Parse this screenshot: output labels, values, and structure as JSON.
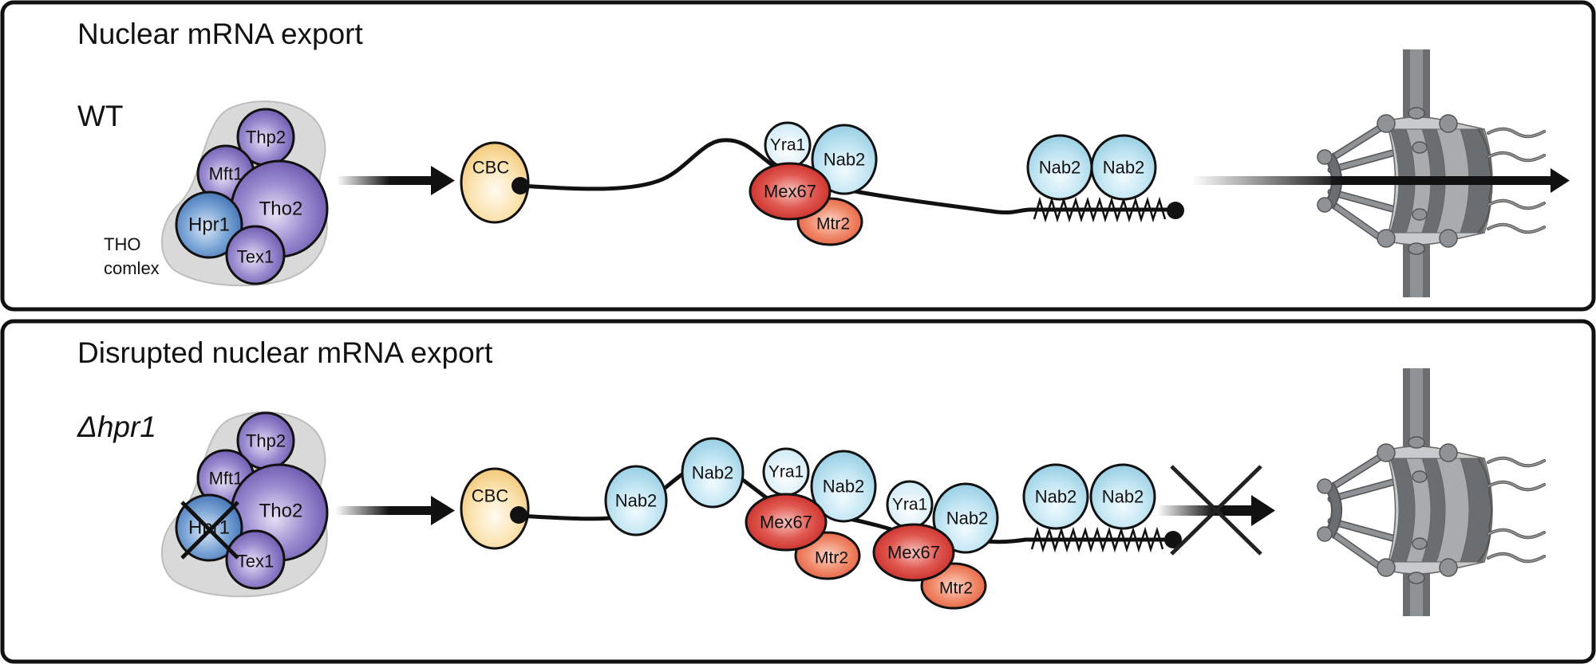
{
  "figure": {
    "panels": [
      {
        "id": "wt",
        "title": "Nuclear mRNA export",
        "condition": "WT",
        "condition_italic": false,
        "tho_complex_label": [
          "THO",
          "comlex"
        ],
        "tho_subunits": [
          {
            "name": "Thp2",
            "color": "purple",
            "deleted": false
          },
          {
            "name": "Mft1",
            "color": "purple",
            "deleted": false
          },
          {
            "name": "Tho2",
            "color": "purple",
            "deleted": false
          },
          {
            "name": "Hpr1",
            "color": "blue",
            "deleted": false
          },
          {
            "name": "Tex1",
            "color": "purple",
            "deleted": false
          }
        ],
        "cap": "CBC",
        "mrnp_groups": [
          {
            "proteins": [
              "Yra1",
              "Nab2",
              "Mex67",
              "Mtr2"
            ]
          }
        ],
        "free_nab2": [],
        "polya_nab2": [
          "Nab2",
          "Nab2"
        ],
        "export_blocked": false
      },
      {
        "id": "dhpr1",
        "title": "Disrupted nuclear mRNA export",
        "condition": "Δhpr1",
        "condition_italic": true,
        "tho_subunits": [
          {
            "name": "Thp2",
            "color": "purple",
            "deleted": false
          },
          {
            "name": "Mft1",
            "color": "purple",
            "deleted": false
          },
          {
            "name": "Tho2",
            "color": "purple",
            "deleted": false
          },
          {
            "name": "Hpr1",
            "color": "blue",
            "deleted": true
          },
          {
            "name": "Tex1",
            "color": "purple",
            "deleted": false
          }
        ],
        "cap": "CBC",
        "free_nab2": [
          "Nab2",
          "Nab2"
        ],
        "mrnp_groups": [
          {
            "proteins": [
              "Yra1",
              "Nab2",
              "Mex67",
              "Mtr2"
            ]
          },
          {
            "proteins": [
              "Yra1",
              "Nab2",
              "Mex67",
              "Mtr2"
            ]
          }
        ],
        "polya_nab2": [
          "Nab2",
          "Nab2"
        ],
        "export_blocked": true
      }
    ],
    "colors": {
      "purple": "#7b68b8",
      "blue": "#4f80c0",
      "cbc": "#f6d48c",
      "nab2": "#a8d8ea",
      "yra1": "#d6eef7",
      "mex67": "#d8312e",
      "mtr2": "#ec6a4a",
      "tho_halo": "#d6d6d6",
      "npc_dark": "#6b6e70",
      "npc_mid": "#909396",
      "npc_light": "#c9cacc",
      "line": "#111111"
    }
  }
}
